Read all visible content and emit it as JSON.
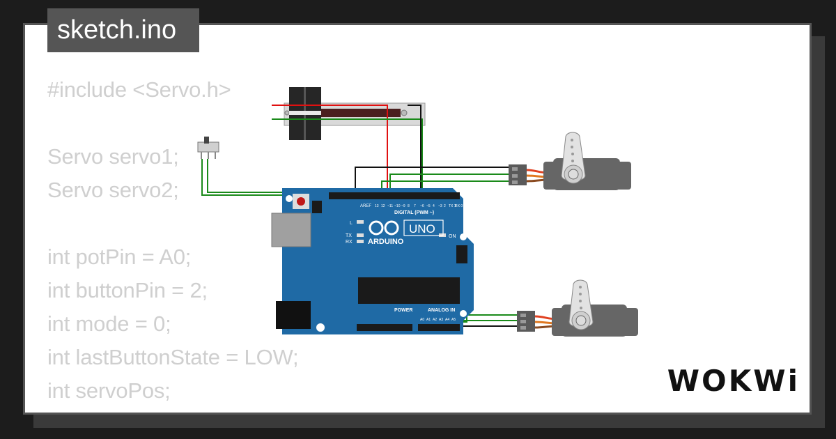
{
  "file": {
    "name": "sketch.ino"
  },
  "code": {
    "lines": [
      "#include <Servo.h>",
      "",
      "Servo servo1;",
      "Servo servo2;",
      "",
      "int potPin = A0;",
      "int buttonPin = 2;",
      "int mode = 0;",
      "int lastButtonState = LOW;",
      "int servoPos;"
    ]
  },
  "board": {
    "model": "UNO",
    "brand": "ARDUINO",
    "digital_label": "DIGITAL (PWM ~)",
    "power_label": "POWER",
    "analog_label": "ANALOG IN",
    "aref": "AREF",
    "tx": "TX",
    "rx": "RX",
    "on": "ON",
    "l": "L",
    "pin_labels": [
      "13",
      "12",
      "~11",
      "~10",
      "~9",
      "8",
      "7",
      "~6",
      "~5",
      "4",
      "~3",
      "2",
      "TX 1",
      "RX 0"
    ],
    "analog_pins": [
      "A0",
      "A1",
      "A2",
      "A3",
      "A4",
      "A5"
    ]
  },
  "logo": {
    "text": "WOKWi"
  },
  "colors": {
    "background": "#1c1c1c",
    "card": "#ffffff",
    "tag": "#555555",
    "code_text": "#cfcfcf",
    "board": "#1f6aa5",
    "wire_red": "#e01010",
    "wire_green": "#1a8a1a",
    "wire_black": "#111111",
    "servo_body": "#666666"
  }
}
